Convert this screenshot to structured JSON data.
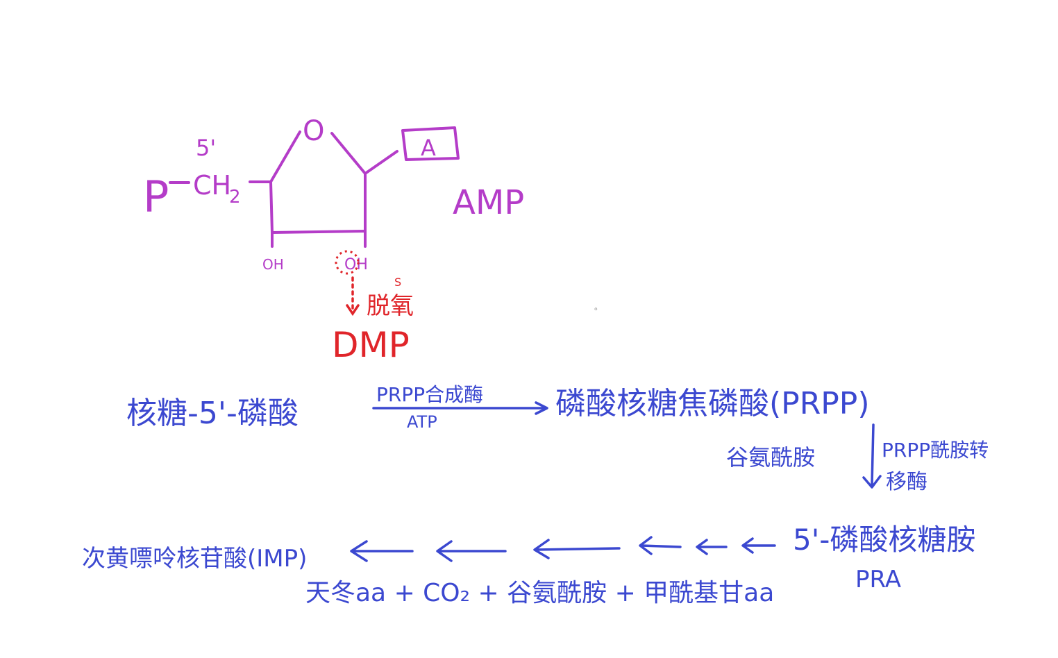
{
  "colors": {
    "background": "#ffffff",
    "structure": "#b43cc8",
    "annotation": "#e0252a",
    "pathway": "#3b48d0"
  },
  "structure": {
    "phosphate": "P",
    "bond_dash": "–",
    "ch2": "CH",
    "ch2_sub": "2",
    "five_prime": "5'",
    "ring_oxygen": "O",
    "base": "A",
    "oh_left": "OH",
    "oh_right": "OH",
    "name": "AMP"
  },
  "annotation": {
    "label": "脱氧",
    "superscript": "S",
    "product": "DMP"
  },
  "pathway": {
    "step1": {
      "substrate": "核糖-5'-磷酸",
      "enzyme": "PRPP合成酶",
      "cofactor": "ATP",
      "product": "磷酸核糖焦磷酸(PRPP)"
    },
    "step2": {
      "cosubstrate": "谷氨酰胺",
      "enzyme_line1": "PRPP酰胺转",
      "enzyme_line2": "移酶"
    },
    "step3": {
      "product": "5'-磷酸核糖胺",
      "abbr": "PRA"
    },
    "final": {
      "product": "次黄嘌呤核苷酸(IMP)",
      "contributors": "天冬aa + CO₂ + 谷氨酰胺 + 甲酰基甘aa"
    }
  },
  "misc": {
    "dot": "。"
  }
}
